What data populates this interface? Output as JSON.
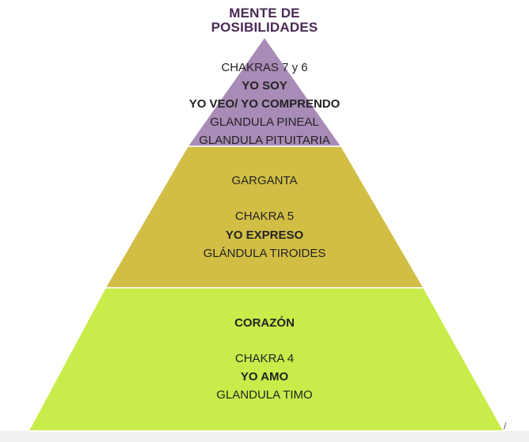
{
  "title_lines": [
    "MENTE DE",
    "POSIBILIDADES"
  ],
  "top_tier": {
    "color": "#a98bb7",
    "lines": [
      "CHAKRAS 7 y 6",
      "YO SOY",
      "YO VEO/ YO COMPRENDO",
      "GLANDULA PINEAL",
      "GLANDULA PITUITARIA"
    ]
  },
  "middle_tier": {
    "color": "#d2be44",
    "lines": [
      "GARGANTA",
      "CHAKRA 5",
      "YO EXPRESO",
      "GLÁNDULA TIROIDES"
    ]
  },
  "bottom_tier": {
    "color": "#c8ec4a",
    "lines": [
      "CORAZÓN",
      "CHAKRA 4",
      "YO AMO",
      "GLANDULA TIMO"
    ]
  },
  "edge_mark": "/"
}
